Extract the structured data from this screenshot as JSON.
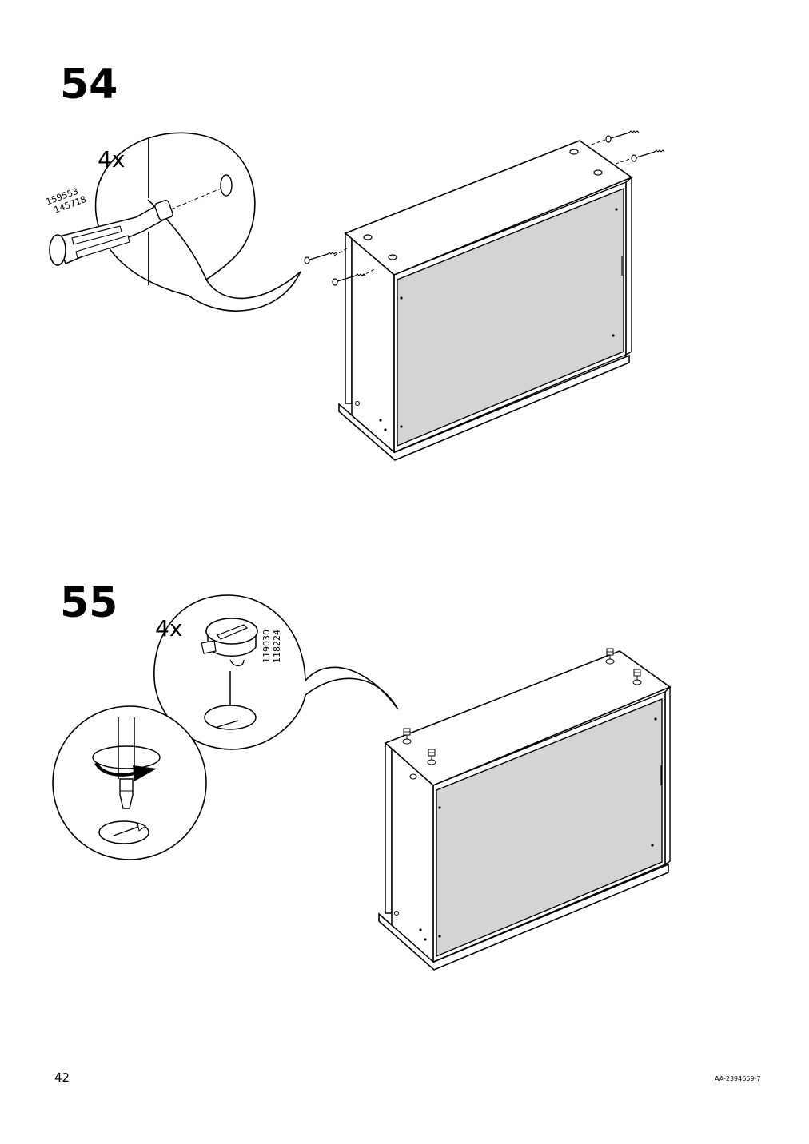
{
  "page": {
    "number": "42",
    "doc_code": "AA-2394659-7"
  },
  "steps": [
    {
      "number": "54",
      "detail": {
        "quantity": "4x",
        "part_codes": [
          "159553",
          "145718"
        ]
      }
    },
    {
      "number": "55",
      "detail": {
        "quantity": "4x",
        "part_codes": [
          "119030",
          "118224"
        ]
      }
    }
  ],
  "colors": {
    "panel_fill": "#d4d4d4",
    "line": "#000000",
    "background": "#ffffff"
  }
}
